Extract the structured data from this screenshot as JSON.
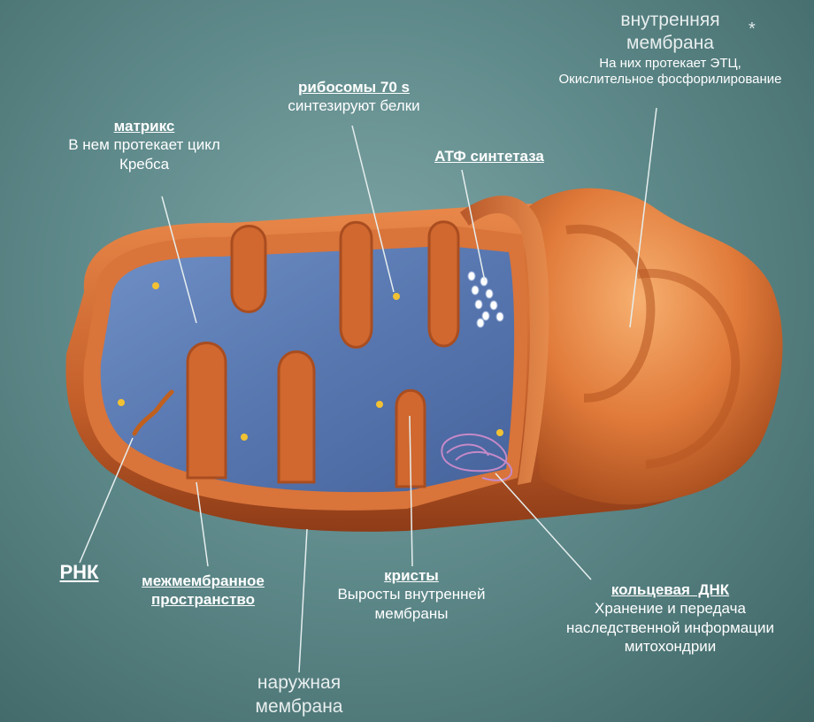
{
  "labels": {
    "inner_membrane": {
      "head": "внутренняя\nмембрана",
      "desc": "На них протекает ЭТЦ,\nОкислительное фосфорилирование"
    },
    "star": "*",
    "ribosomes": {
      "head": "рибосомы 70 s",
      "desc": "синтезируют белки"
    },
    "matrix": {
      "head": "матрикс",
      "desc": "В нем протекает цикл\nКребса"
    },
    "atp_synthase": {
      "head": "АТФ синтетаза"
    },
    "rna": {
      "head": "РНК"
    },
    "intermembrane": {
      "head": "межмембранное\nпространство"
    },
    "cristae": {
      "head": "кристы",
      "desc": "Выросты внутренней\nмембраны"
    },
    "circular_dna": {
      "head": "кольцевая  ДНК",
      "desc": "Хранение и передача\nнаследственной информации\nмитохондрии"
    },
    "outer_membrane": {
      "head": "наружная\nмембрана"
    }
  },
  "colors": {
    "background": "#5f8a8b",
    "membrane": "#c8622e",
    "membrane_light": "#f0a060",
    "matrix": "#5a78b0",
    "ribosome": "#f0c030"
  }
}
